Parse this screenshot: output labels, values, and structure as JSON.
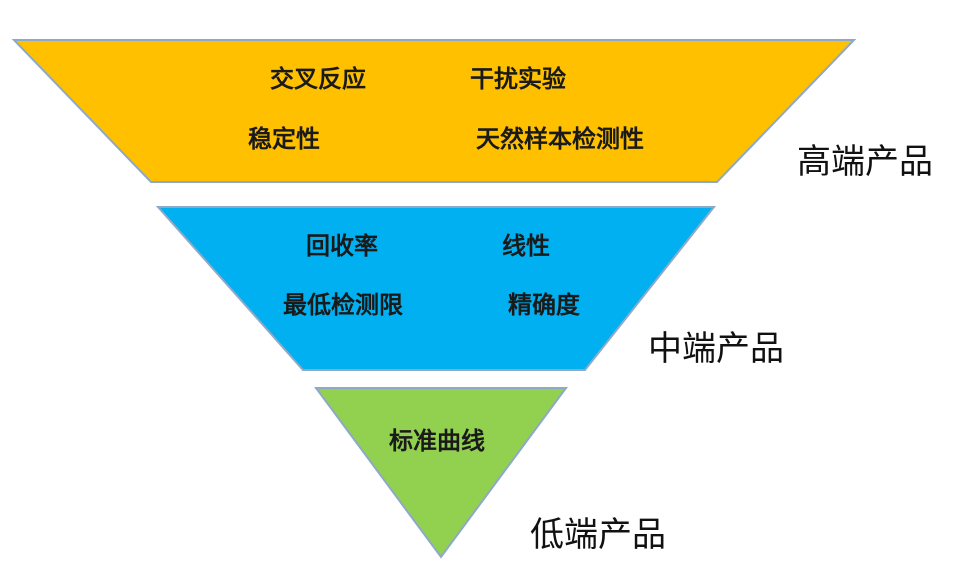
{
  "tiers": [
    {
      "id": "high",
      "label": "高端产品",
      "color": "#FFC000",
      "items": [
        "交叉反应",
        "干扰实验",
        "稳定性",
        "天然样本检测性"
      ]
    },
    {
      "id": "mid",
      "label": "中端产品",
      "color": "#00B0F0",
      "items": [
        "回收率",
        "线性",
        "最低检测限",
        "精确度"
      ]
    },
    {
      "id": "low",
      "label": "低端产品",
      "color": "#92D050",
      "items": [
        "标准曲线"
      ]
    }
  ],
  "stroke_color": "#8EA9C8"
}
